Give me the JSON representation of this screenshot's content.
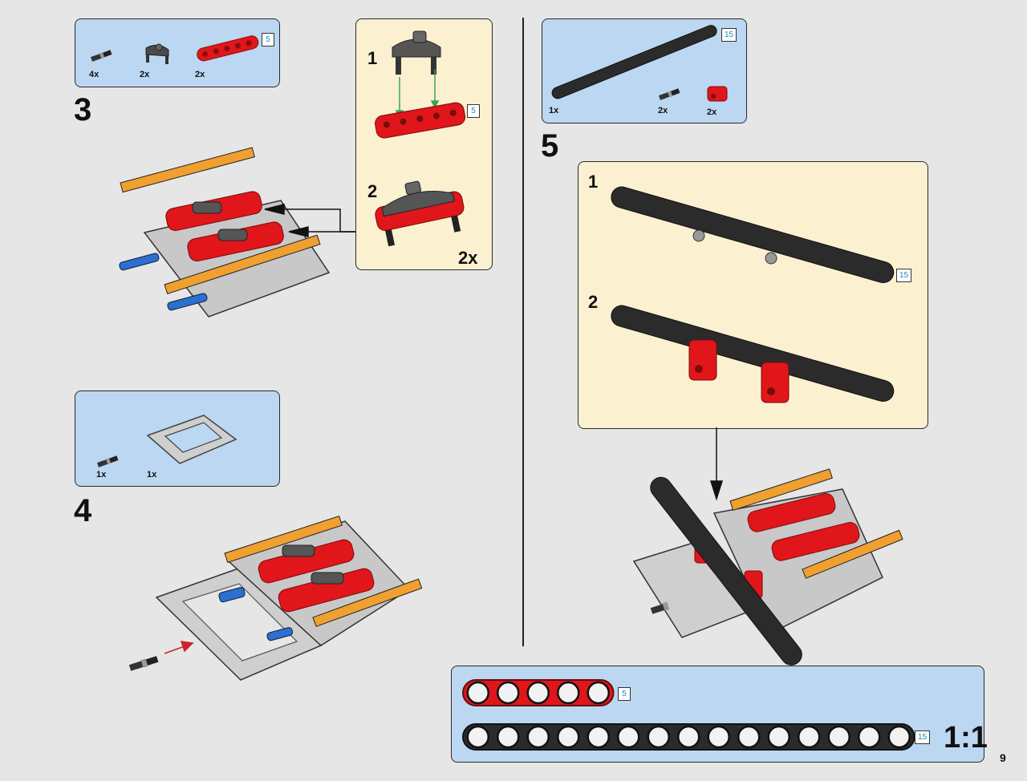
{
  "page_number": "9",
  "steps": [
    {
      "number": "3",
      "parts": [
        {
          "qty": "4x",
          "icon": "axle-pin"
        },
        {
          "qty": "2x",
          "icon": "connector"
        },
        {
          "qty": "2x",
          "icon": "red-beam",
          "length": "5"
        }
      ],
      "substeps": [
        {
          "number": "1",
          "length_tag": "5"
        },
        {
          "number": "2"
        }
      ],
      "multiplier": "2x"
    },
    {
      "number": "4",
      "parts": [
        {
          "qty": "1x",
          "icon": "axle-pin"
        },
        {
          "qty": "1x",
          "icon": "frame"
        }
      ]
    },
    {
      "number": "5",
      "parts": [
        {
          "qty": "1x",
          "icon": "long-beam",
          "length": "15"
        },
        {
          "qty": "2x",
          "icon": "axle-pin"
        },
        {
          "qty": "2x",
          "icon": "red-block"
        }
      ],
      "substeps": [
        {
          "number": "1",
          "length_tag": "15"
        },
        {
          "number": "2"
        }
      ]
    }
  ],
  "ruler": {
    "beam_short_length": "5",
    "beam_long_length": "15",
    "scale": "1:1"
  },
  "colors": {
    "callout_blue": "#bcd7f1",
    "callout_cream": "#fbf0cf",
    "beam_red": "#e0161b",
    "beam_dark": "#2b2b2b",
    "tag_text": "#1a8cc7"
  }
}
